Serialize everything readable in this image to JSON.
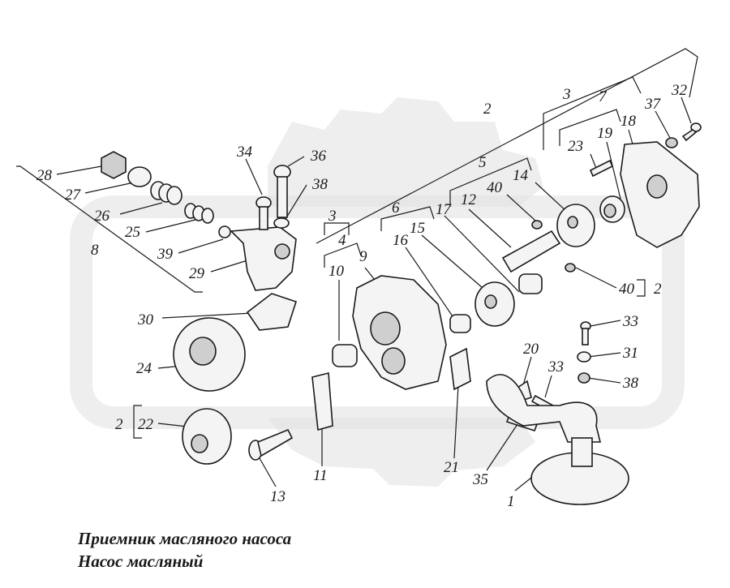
{
  "caption": {
    "line1": "Приемник масляного насоса",
    "line2": "Насос масляный"
  },
  "callouts": [
    {
      "id": "1",
      "text": "1"
    },
    {
      "id": "2a",
      "text": "2"
    },
    {
      "id": "2b",
      "text": "2"
    },
    {
      "id": "2c",
      "text": "2"
    },
    {
      "id": "3a",
      "text": "3"
    },
    {
      "id": "3b",
      "text": "3"
    },
    {
      "id": "4",
      "text": "4"
    },
    {
      "id": "5",
      "text": "5"
    },
    {
      "id": "6",
      "text": "6"
    },
    {
      "id": "7",
      "text": "7"
    },
    {
      "id": "8",
      "text": "8"
    },
    {
      "id": "9",
      "text": "9"
    },
    {
      "id": "10",
      "text": "10"
    },
    {
      "id": "11",
      "text": "11"
    },
    {
      "id": "12",
      "text": "12"
    },
    {
      "id": "13",
      "text": "13"
    },
    {
      "id": "14",
      "text": "14"
    },
    {
      "id": "15",
      "text": "15"
    },
    {
      "id": "16",
      "text": "16"
    },
    {
      "id": "17",
      "text": "17"
    },
    {
      "id": "18",
      "text": "18"
    },
    {
      "id": "19",
      "text": "19"
    },
    {
      "id": "20",
      "text": "20"
    },
    {
      "id": "21",
      "text": "21"
    },
    {
      "id": "22",
      "text": "22"
    },
    {
      "id": "23",
      "text": "23"
    },
    {
      "id": "24",
      "text": "24"
    },
    {
      "id": "25",
      "text": "25"
    },
    {
      "id": "26",
      "text": "26"
    },
    {
      "id": "27",
      "text": "27"
    },
    {
      "id": "28",
      "text": "28"
    },
    {
      "id": "29",
      "text": "29"
    },
    {
      "id": "30",
      "text": "30"
    },
    {
      "id": "31",
      "text": "31"
    },
    {
      "id": "32",
      "text": "32"
    },
    {
      "id": "33a",
      "text": "33"
    },
    {
      "id": "33b",
      "text": "33"
    },
    {
      "id": "34",
      "text": "34"
    },
    {
      "id": "35",
      "text": "35"
    },
    {
      "id": "36",
      "text": "36"
    },
    {
      "id": "37",
      "text": "37"
    },
    {
      "id": "38a",
      "text": "38"
    },
    {
      "id": "38b",
      "text": "38"
    },
    {
      "id": "39",
      "text": "39"
    },
    {
      "id": "40a",
      "text": "40"
    },
    {
      "id": "40b",
      "text": "40"
    }
  ]
}
